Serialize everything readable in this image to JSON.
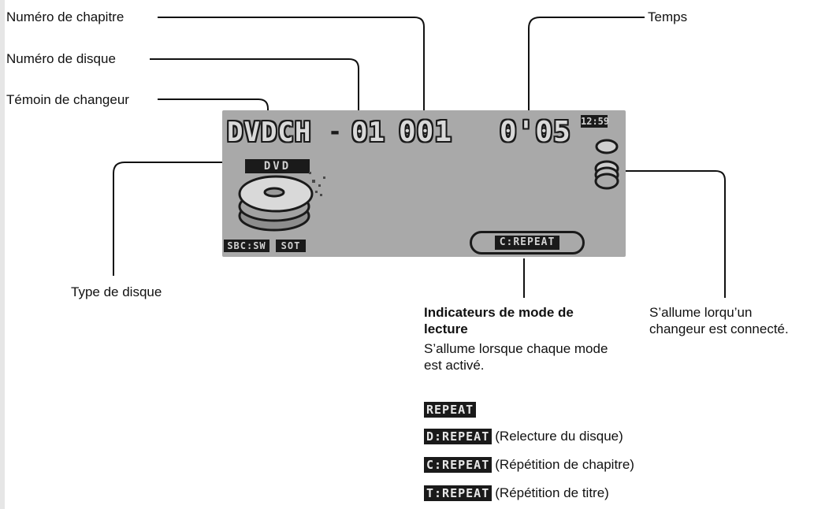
{
  "labels": {
    "chapter_number": "Numéro de chapitre",
    "disc_number": "Numéro de disque",
    "changer_indicator": "Témoin de changeur",
    "time": "Temps",
    "disc_type": "Type de disque",
    "mode_heading": "Indicateurs de mode de lecture",
    "mode_desc": "S’allume lorsque chaque mode est activé.",
    "changer_connected": "S’allume lorqu’un changeur est connecté."
  },
  "display": {
    "source": "DVDCH",
    "dash": "-",
    "disc": "01",
    "chapter": "001",
    "time": "0'05",
    "clock": "12:59",
    "disc_type": "DVD",
    "sbc_sw": "SBC:SW",
    "sub": "SOT",
    "mode": "C:REPEAT"
  },
  "legend": [
    {
      "tag": "REPEAT",
      "desc": ""
    },
    {
      "tag": "D:REPEAT",
      "desc": "(Relecture du disque)"
    },
    {
      "tag": "C:REPEAT",
      "desc": "(Répétition de chapitre)"
    },
    {
      "tag": "T:REPEAT",
      "desc": "(Répétition de titre)"
    }
  ]
}
